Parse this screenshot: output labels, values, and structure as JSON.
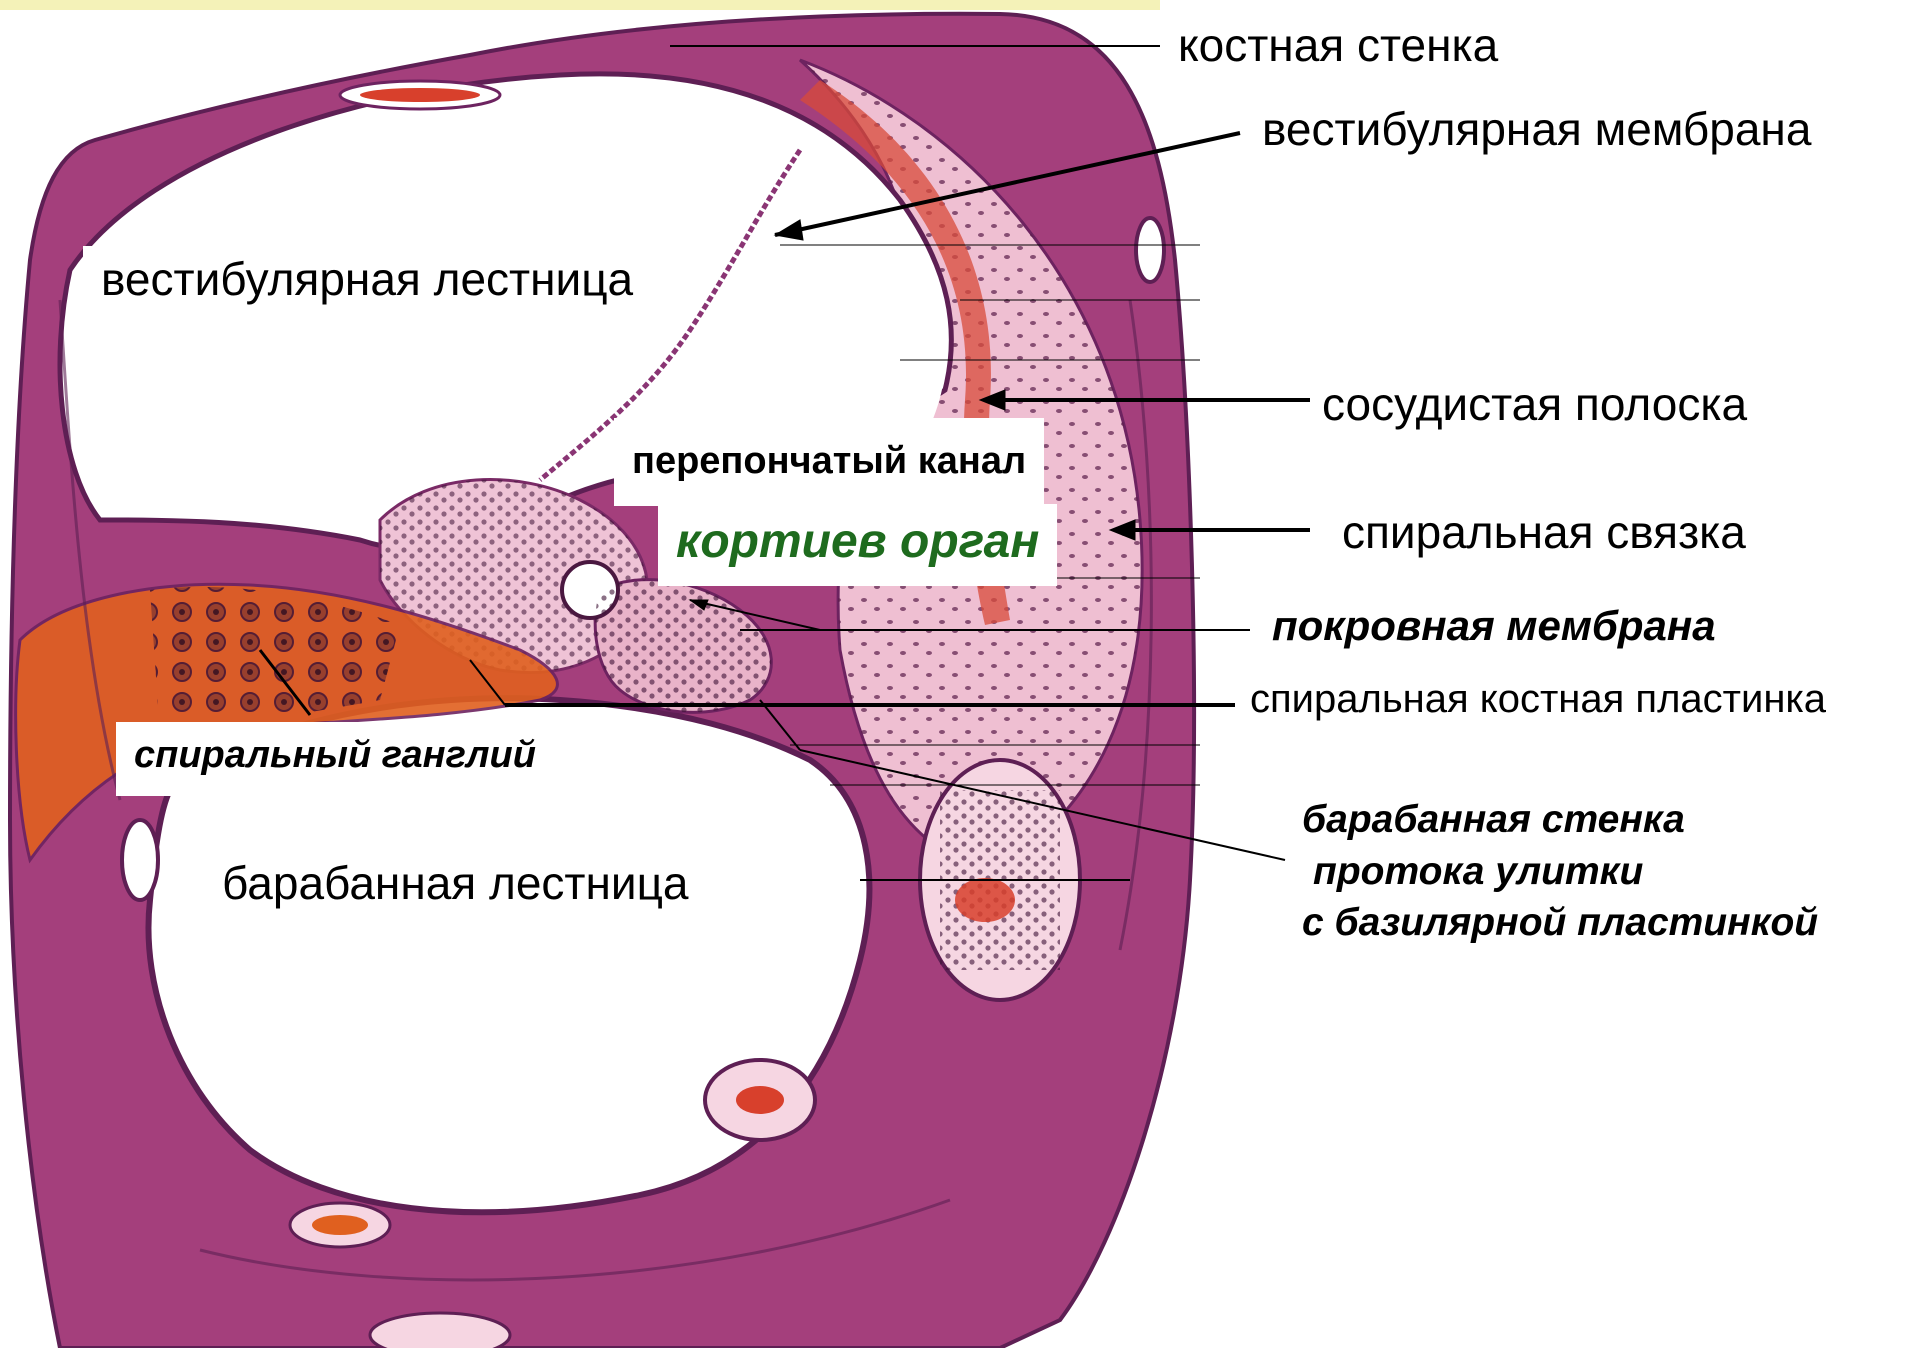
{
  "labels": {
    "bony_wall": "костная стенка",
    "vestibular_membrane": "вестибулярная мембрана",
    "scala_vestibuli": "вестибулярная лестница",
    "stria_vascularis": "сосудистая полоска",
    "membranous_canal": "перепончатый канал",
    "organ_of_corti": "кортиев орган",
    "spiral_ligament": "спиральная связка",
    "tectorial_membrane": "покровная мембрана",
    "osseous_spiral_lamina": "спиральная костная пластинка",
    "spiral_ganglion": "спиральный ганглий",
    "scala_tympani": "барабанная лестница",
    "tympanic_wall_line1": "барабанная стенка",
    "tympanic_wall_line2": "протока улитки",
    "tympanic_wall_line3": "с базилярной пластинкой"
  },
  "colors": {
    "label_text": "#000000",
    "accent_label": "#1e6b1e",
    "tissue_dark": "#7a2a66",
    "tissue_mid": "#b0447f",
    "tissue_pink": "#e6a9c3",
    "tissue_light": "#f3cfdc",
    "blood_red": "#d8402c",
    "ganglion_orange": "#e05a1e",
    "top_stripe": "#f4f2b8"
  }
}
